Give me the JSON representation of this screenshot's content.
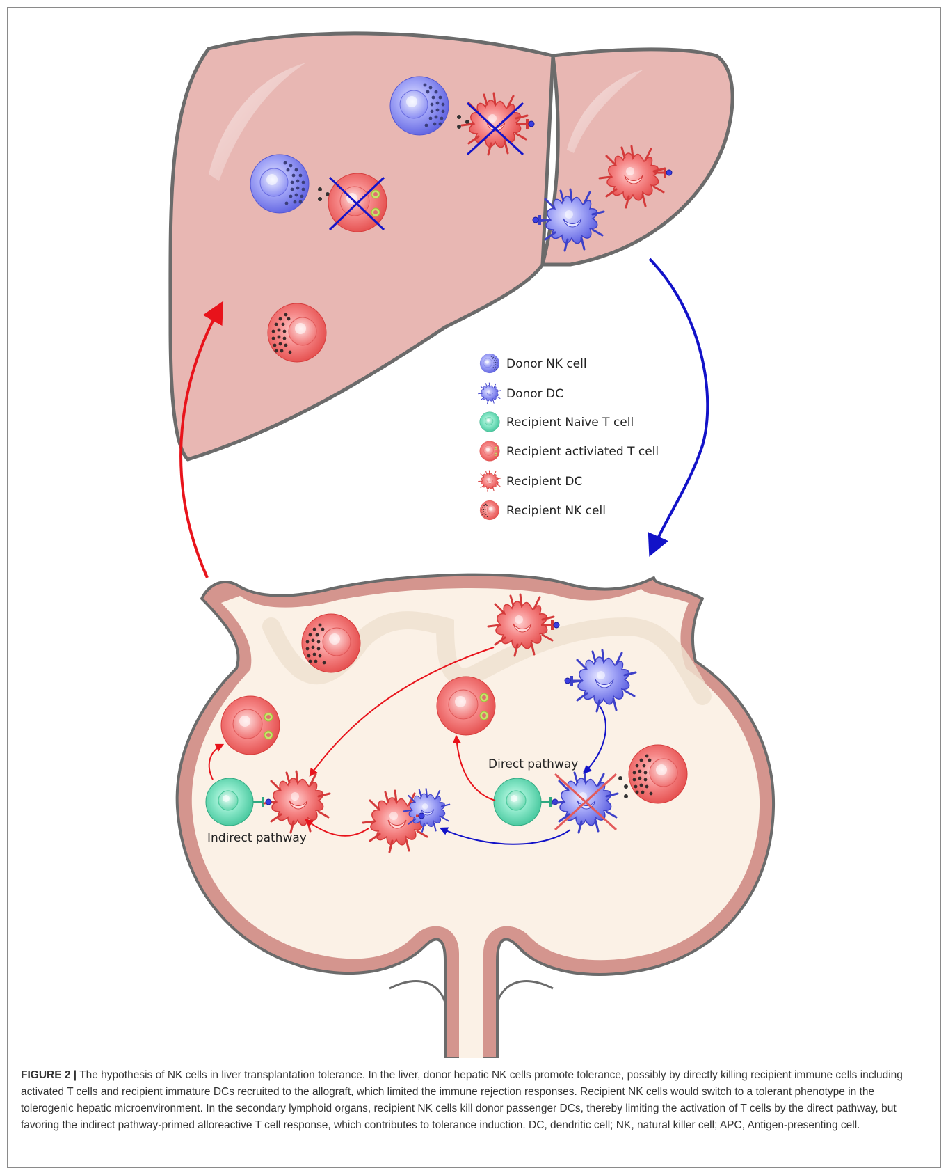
{
  "legend": {
    "items": [
      {
        "label": "Donor NK cell",
        "icon": "donor-nk-cell-icon"
      },
      {
        "label": "Donor DC",
        "icon": "donor-dc-icon"
      },
      {
        "label": "Recipient Naive T cell",
        "icon": "recipient-naive-t-cell-icon"
      },
      {
        "label": "Recipient activiated T cell",
        "icon": "recipient-activated-t-cell-icon"
      },
      {
        "label": "Recipient DC",
        "icon": "recipient-dc-icon"
      },
      {
        "label": "Recipient NK cell",
        "icon": "recipient-nk-cell-icon"
      }
    ]
  },
  "labels": {
    "direct_pathway": "Direct pathway",
    "indirect_pathway": "Indirect pathway"
  },
  "caption": {
    "figure_label": "FIGURE 2 |",
    "text": "The hypothesis of NK cells in liver transplantation tolerance. In the liver, donor hepatic NK cells promote tolerance, possibly by directly killing recipient immune cells including activated T cells and recipient immature DCs recruited to the allograft, which limited the immune rejection responses. Recipient NK cells would switch to a tolerant phenotype in the tolerogenic hepatic microenvironment. In the secondary lymphoid organs, recipient NK cells kill donor passenger DCs, thereby limiting the activation of T cells by the direct pathway, but favoring the indirect pathway-primed alloreactive T cell response, which contributes to tolerance induction. DC, dendritic cell; NK, natural killer cell; APC, Antigen-presenting cell."
  },
  "colors": {
    "liver_fill": "#e8b7b3",
    "node_fill": "#fbf1e6",
    "node_wall": "#d4958e",
    "outline": "#6b6b6b",
    "donor_blue": "#7c7ff0",
    "recipient_red": "#f26a6a",
    "naive_t_green": "#5fd9b0",
    "arrow_red": "#e8131b",
    "arrow_blue": "#1212c8"
  }
}
